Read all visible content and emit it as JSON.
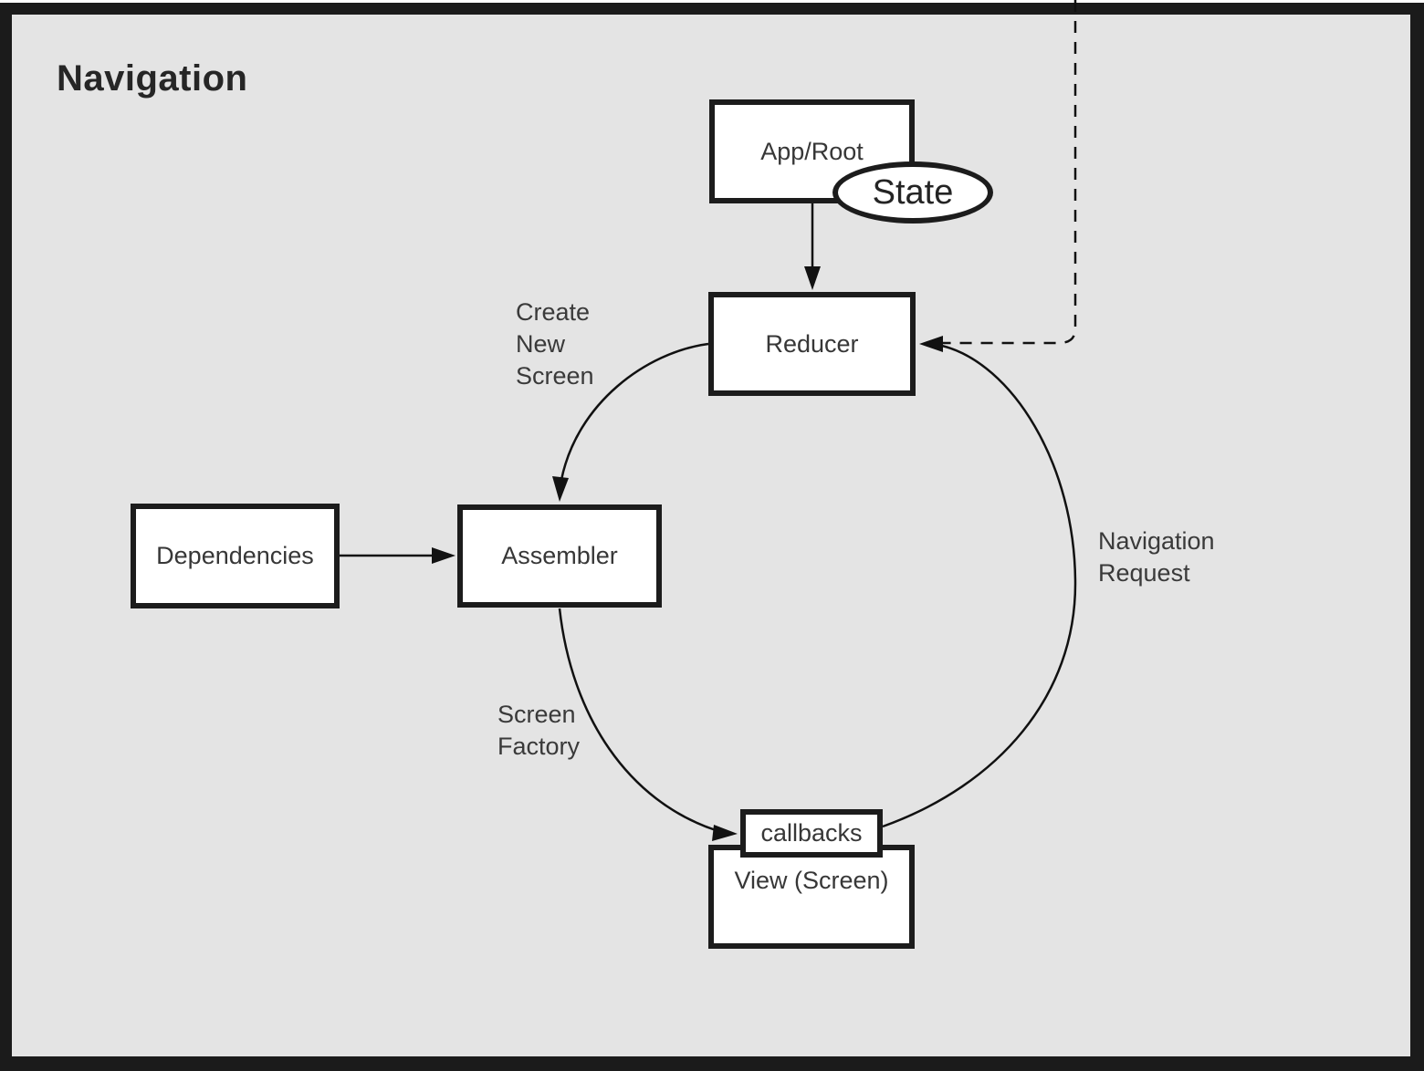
{
  "diagram": {
    "title": "Navigation",
    "nodes": {
      "app_root": {
        "label": "App/Root"
      },
      "state": {
        "label": "State"
      },
      "reducer": {
        "label": "Reducer"
      },
      "dependencies": {
        "label": "Dependencies"
      },
      "assembler": {
        "label": "Assembler"
      },
      "callbacks": {
        "label": "callbacks"
      },
      "view": {
        "label_lines": [
          "View",
          "(Screen)"
        ]
      }
    },
    "edge_labels": {
      "create_new_screen": {
        "lines": [
          "Create",
          "New",
          "Screen"
        ]
      },
      "screen_factory": {
        "lines": [
          "Screen",
          "Factory"
        ]
      },
      "navigation_request": {
        "lines": [
          "Navigation",
          "Request"
        ]
      }
    },
    "colors": {
      "background": "#e4e4e4",
      "frame": "#1b1b1b",
      "node_fill": "#ffffff",
      "node_border": "#1c1c1c",
      "text": "#373737",
      "connector": "#111111"
    }
  }
}
